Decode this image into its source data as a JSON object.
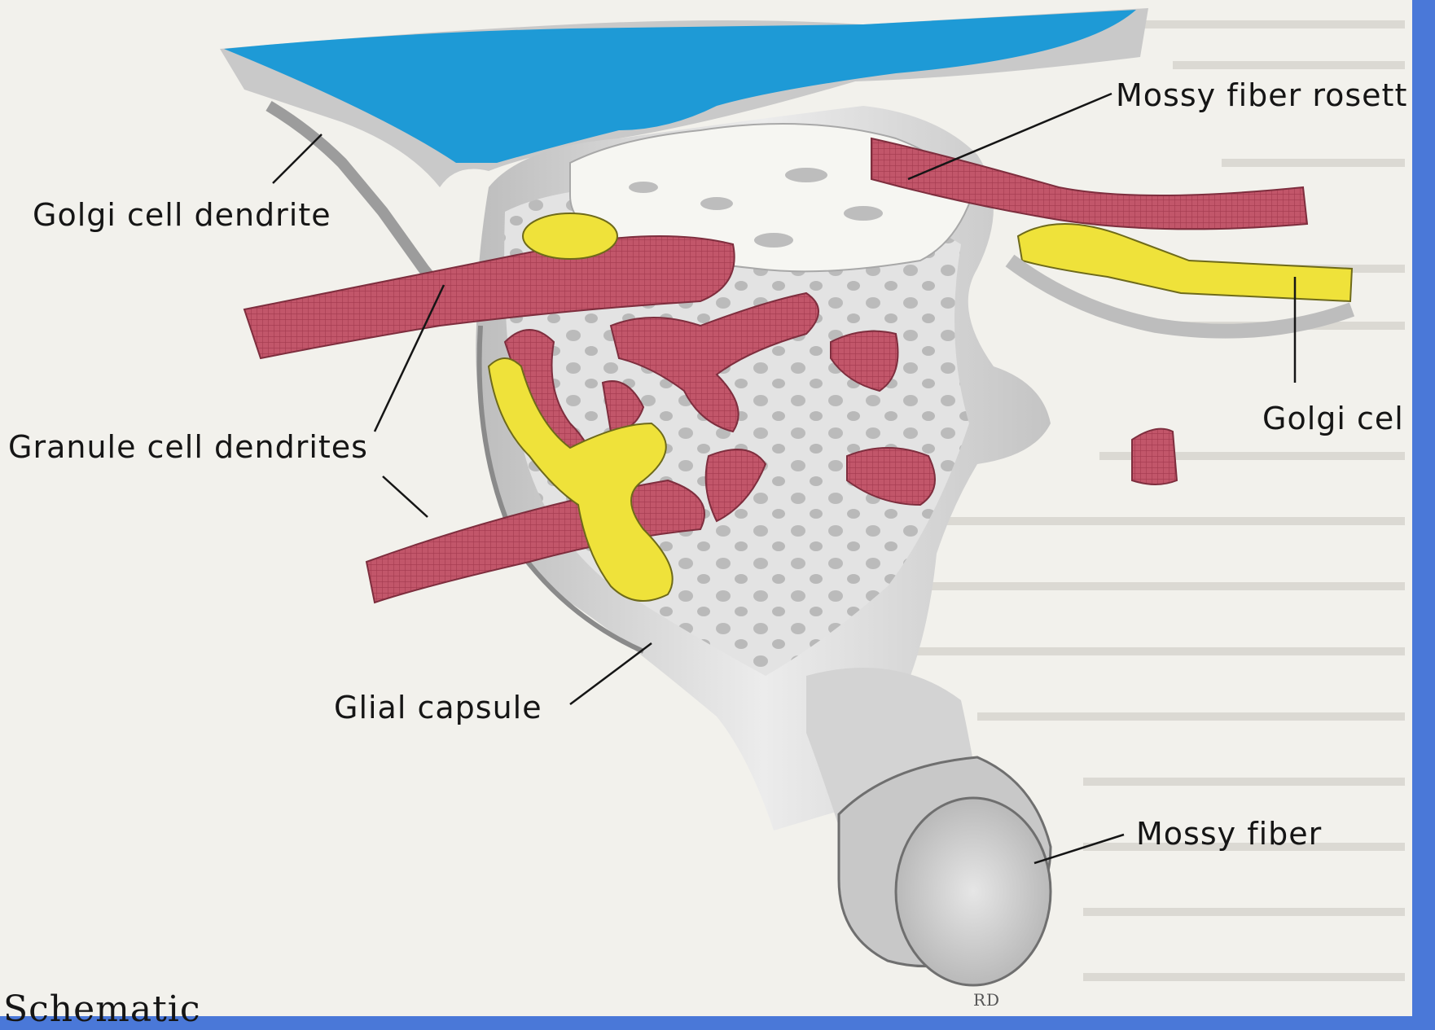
{
  "labels": {
    "golgi_cell_dendrite": "Golgi cell dendrite",
    "mossy_fiber_rosette": "Mossy fiber rosett",
    "granule_cell_dendrites": "Granule cell dendrites",
    "golgi_cell_axon": "Golgi cel",
    "glial_capsule": "Glial capsule",
    "mossy_fiber": "Mossy fiber",
    "artist_initials": "RD",
    "caption_fragment": "Schematic"
  },
  "colors": {
    "frame_border": "#4a78d8",
    "golgi_dendrite": "#1e9ad6",
    "granule_dendrites": "#c2566a",
    "golgi_axon": "#efe23a",
    "glial_capsule": "#d9d9d9",
    "rosette": "#f6f6f2",
    "background_text_page": "#f2f1ec"
  }
}
